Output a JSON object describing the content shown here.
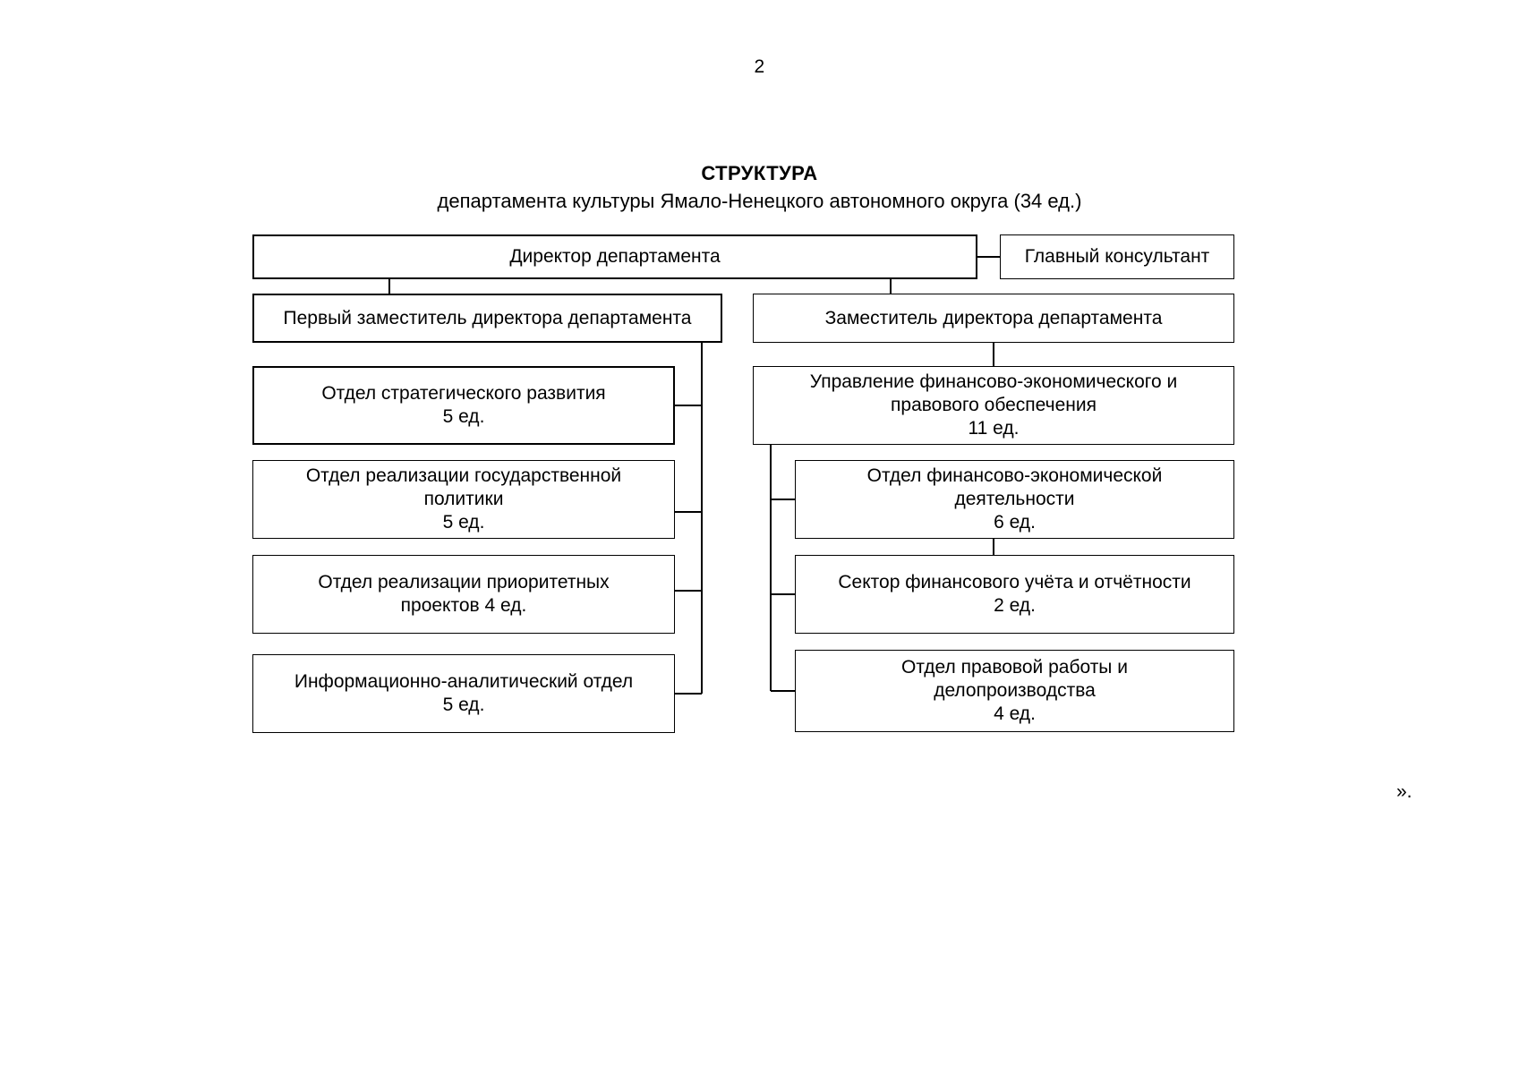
{
  "document": {
    "page_number": "2",
    "closing_mark": "»."
  },
  "heading": {
    "title": "СТРУКТУРА",
    "subtitle": "департамента культуры Ямало-Ненецкого автономного округа (34 ед.)"
  },
  "chart_data": {
    "type": "diagram",
    "title": "СТРУКТУРА департамента культуры Ямало-Ненецкого автономного округа (34 ед.)",
    "total_units": "34 ед.",
    "nodes": [
      {
        "id": "director",
        "label": "Директор департамента",
        "units": "",
        "level": 0
      },
      {
        "id": "chief-consultant",
        "label": "Главный консультант",
        "units": "",
        "level": 1
      },
      {
        "id": "first-deputy",
        "label": "Первый заместитель директора департамента",
        "units": "",
        "level": 1
      },
      {
        "id": "deputy",
        "label": "Заместитель директора департамента",
        "units": "",
        "level": 1
      },
      {
        "id": "strategic-development",
        "label": "Отдел стратегического развития",
        "units": "5 ед.",
        "level": 2
      },
      {
        "id": "state-policy",
        "label": "Отдел реализации государственной политики",
        "units": "5 ед.",
        "level": 2
      },
      {
        "id": "priority-projects",
        "label": "Отдел реализации приоритетных проектов 4 ед.",
        "units": "",
        "level": 2
      },
      {
        "id": "information-analytical",
        "label": "Информационно-аналитический отдел",
        "units": "5 ед.",
        "level": 2
      },
      {
        "id": "finance-management",
        "label": "Управление финансово-экономического и правового обеспечения",
        "units": "11 ед.",
        "level": 2
      },
      {
        "id": "financial-economic-department",
        "label": "Отдел финансово-экономической деятельности",
        "units": "6 ед.",
        "level": 3
      },
      {
        "id": "financial-accounting-sector",
        "label": "Сектор финансового учёта и отчётности",
        "units": "2 ед.",
        "level": 3
      },
      {
        "id": "legal-work-department",
        "label": "Отдел правовой работы и делопроизводства",
        "units": "4 ед.",
        "level": 3
      }
    ],
    "edges": [
      {
        "from": "director",
        "to": "chief-consultant"
      },
      {
        "from": "director",
        "to": "first-deputy"
      },
      {
        "from": "director",
        "to": "deputy"
      },
      {
        "from": "first-deputy",
        "to": "strategic-development"
      },
      {
        "from": "first-deputy",
        "to": "state-policy"
      },
      {
        "from": "first-deputy",
        "to": "priority-projects"
      },
      {
        "from": "first-deputy",
        "to": "information-analytical"
      },
      {
        "from": "deputy",
        "to": "finance-management"
      },
      {
        "from": "finance-management",
        "to": "financial-economic-department"
      },
      {
        "from": "finance-management",
        "to": "financial-accounting-sector"
      },
      {
        "from": "finance-management",
        "to": "legal-work-department"
      }
    ]
  },
  "boxes": {
    "director": "Директор департамента",
    "chief_consultant": "Главный консультант",
    "first_deputy": "Первый заместитель директора департамента",
    "deputy": "Заместитель директора департамента",
    "strategic_development": "Отдел стратегического развития\n5 ед.",
    "state_policy": "Отдел реализации государственной\nполитики\n5 ед.",
    "priority_projects": "Отдел реализации приоритетных\nпроектов 4 ед.",
    "information_analytical": "Информационно-аналитический отдел\n5 ед.",
    "finance_management": "Управление финансово-экономического и\nправового обеспечения\n11 ед.",
    "financial_economic_department": "Отдел финансово-экономической\nдеятельности\n6 ед.",
    "financial_accounting_sector": "Сектор финансового учёта и отчётности\n2 ед.",
    "legal_work_department": "Отдел правовой работы и\nделопроизводства\n4 ед."
  },
  "colors": {
    "line": "#000000",
    "background": "#ffffff",
    "text": "#000000"
  }
}
